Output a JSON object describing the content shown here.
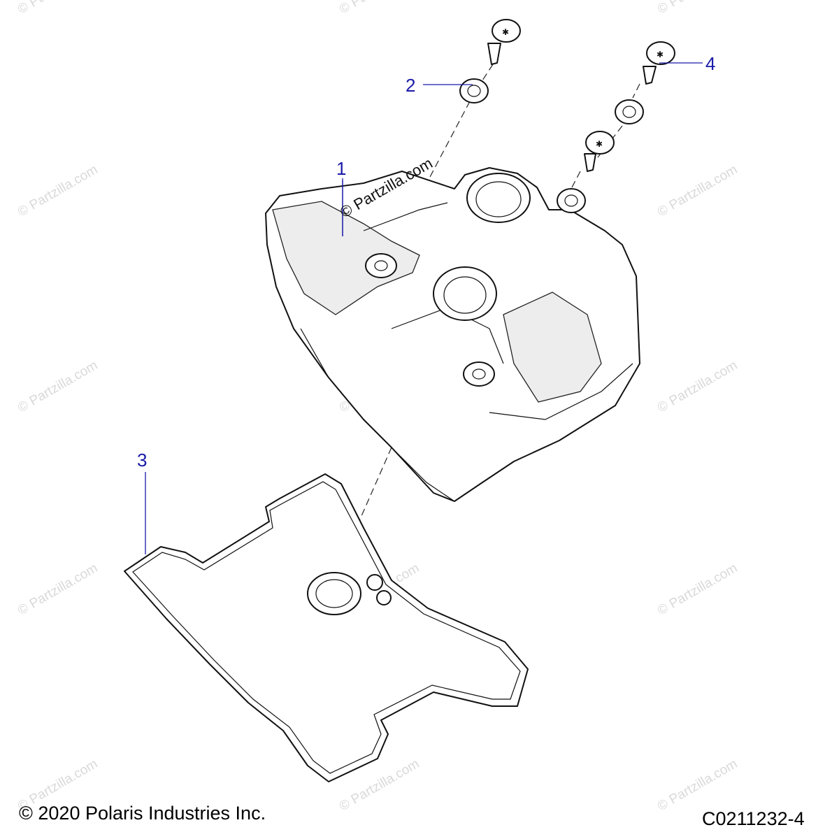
{
  "callouts": [
    {
      "id": "1",
      "label": "1"
    },
    {
      "id": "2",
      "label": "2"
    },
    {
      "id": "3",
      "label": "3"
    },
    {
      "id": "4",
      "label": "4"
    }
  ],
  "watermark": "© Partzilla.com",
  "footer": {
    "copyright": "© 2020 Polaris Industries Inc.",
    "diagram_code": "C0211232-4"
  },
  "colors": {
    "callout": "#1a1aa8",
    "watermark": "#d9d9d9",
    "line": "#111111"
  }
}
